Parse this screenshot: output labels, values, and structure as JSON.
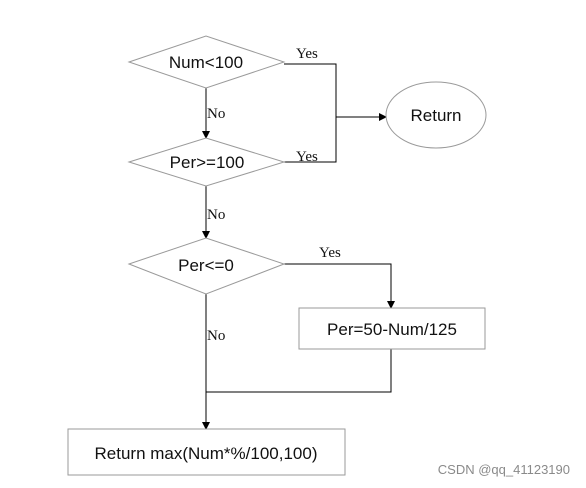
{
  "diagram": {
    "nodes": {
      "check_num": "Num<100",
      "check_per_high": "Per>=100",
      "check_per_low": "Per<=0",
      "return_early": "Return",
      "set_per": "Per=50-Num/125",
      "return_final": "Return max(Num*%/100,100)"
    },
    "edge_labels": {
      "num_yes": "Yes",
      "num_no": "No",
      "per_high_yes": "Yes",
      "per_high_no": "No",
      "per_low_yes": "Yes",
      "per_low_no": "No"
    }
  },
  "watermark": "CSDN @qq_41123190",
  "colors": {
    "background": "#ffffff",
    "shape_border": "#9a9a9a",
    "connector": "#000000",
    "watermark": "#8a8a8a"
  }
}
